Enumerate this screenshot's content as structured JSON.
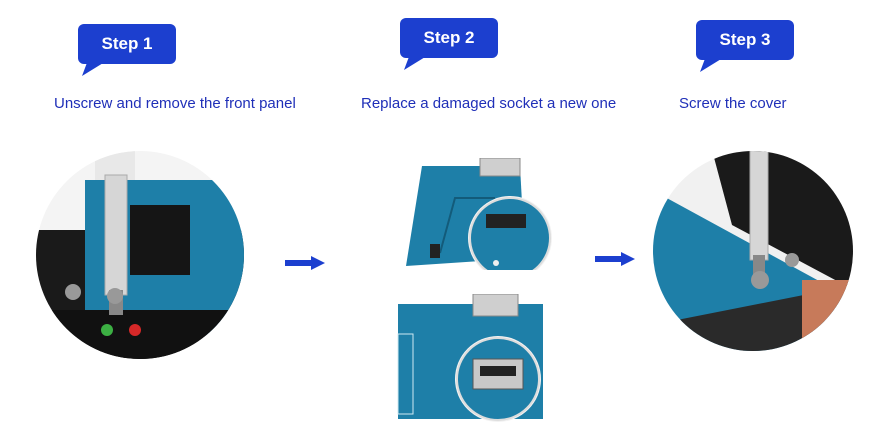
{
  "steps": [
    {
      "label": "Step 1",
      "caption": "Unscrew and remove the front panel"
    },
    {
      "label": "Step 2",
      "caption": "Replace a damaged socket a new one"
    },
    {
      "label": "Step 3",
      "caption": "Screw the cover"
    }
  ],
  "colors": {
    "accent": "#1c3fcf",
    "caption": "#1f2fb8",
    "board": "#1e7fa8"
  },
  "icons": [
    "arrow-right-icon",
    "arrow-right-icon"
  ]
}
